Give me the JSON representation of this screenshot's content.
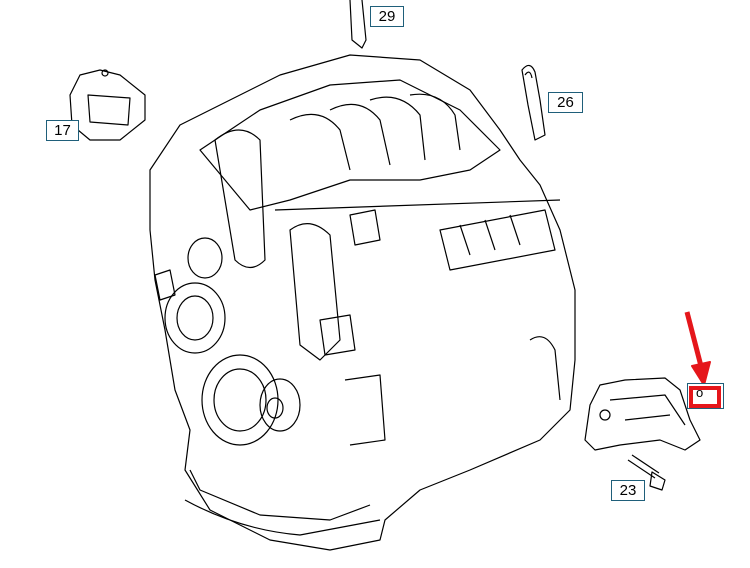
{
  "callouts": [
    {
      "id": "29",
      "label": "29"
    },
    {
      "id": "26",
      "label": "26"
    },
    {
      "id": "17",
      "label": "17"
    },
    {
      "id": "23",
      "label": "23"
    }
  ],
  "highlight": {
    "color": "#e5161b",
    "label_glyph": "o"
  },
  "colors": {
    "line": "#000000",
    "callout_border": "#1f5f7a",
    "arrow": "#e5161b"
  }
}
